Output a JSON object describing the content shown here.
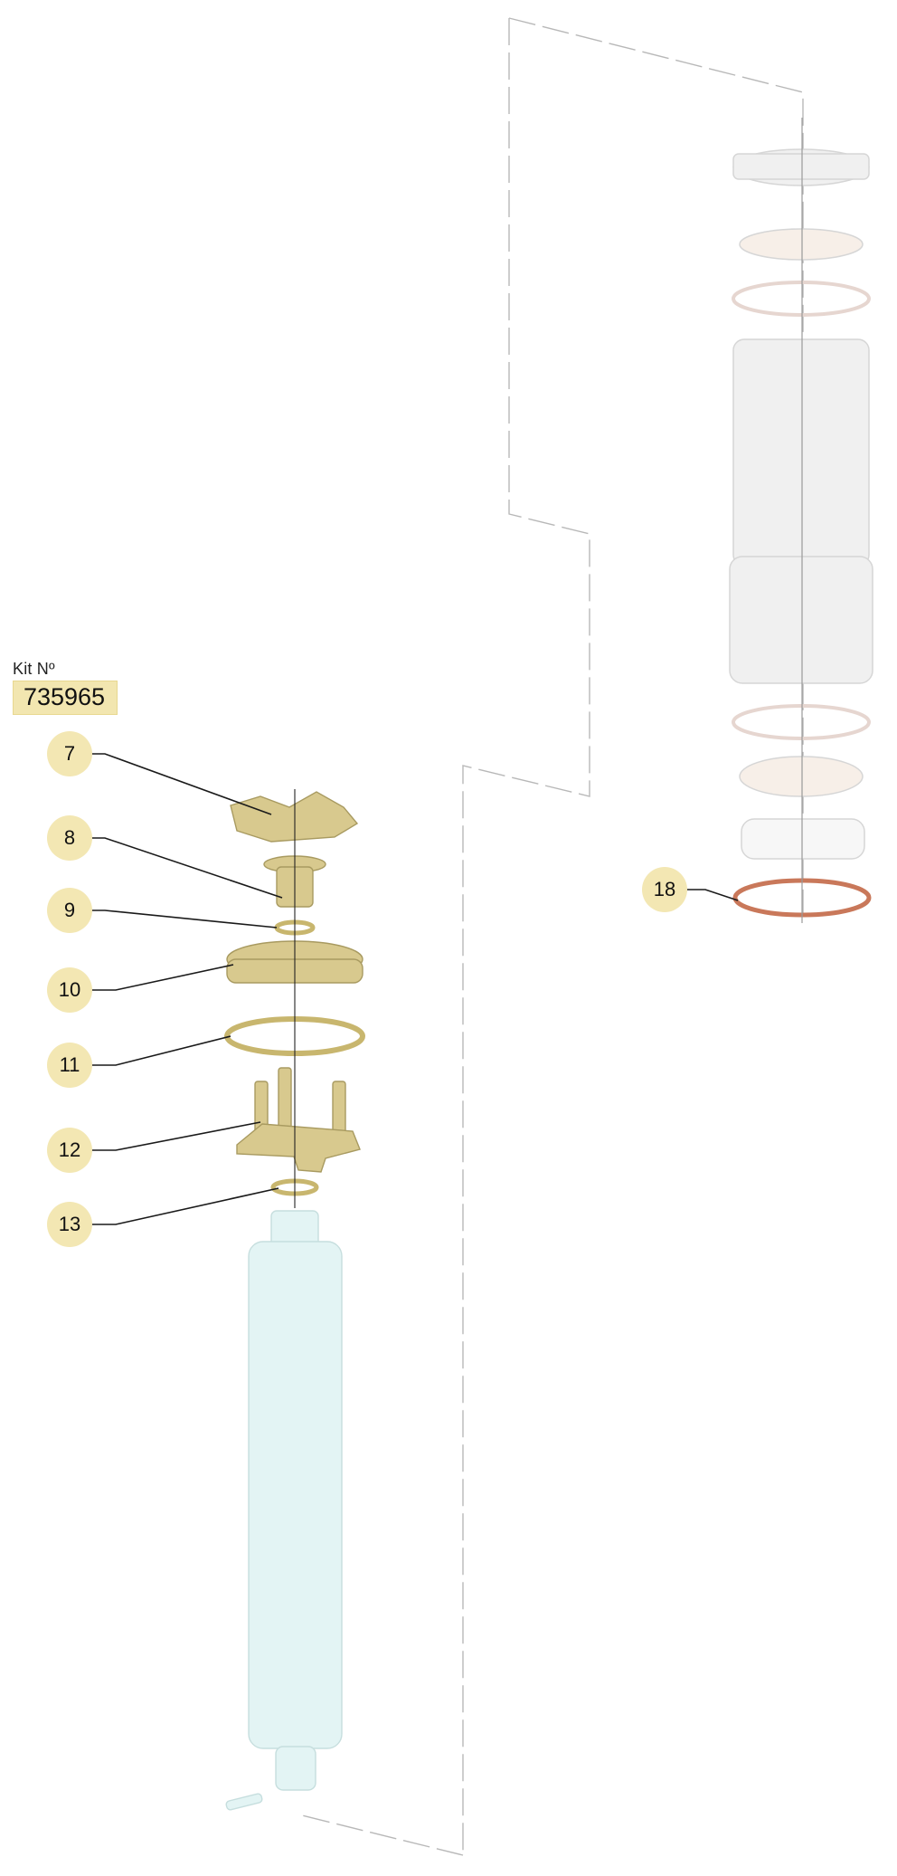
{
  "kit": {
    "label": "Kit Nº",
    "number": "735965"
  },
  "callouts": [
    "7",
    "8",
    "9",
    "10",
    "11",
    "12",
    "13",
    "18"
  ],
  "colors": {
    "callout_fill": "#f3e7b3",
    "kit_box_fill": "#f2e6b0",
    "brass_part": "#d8c98e",
    "ghost_part": "#ececec",
    "copper_ring": "#c9785a",
    "tube": "#e3f4f4"
  }
}
